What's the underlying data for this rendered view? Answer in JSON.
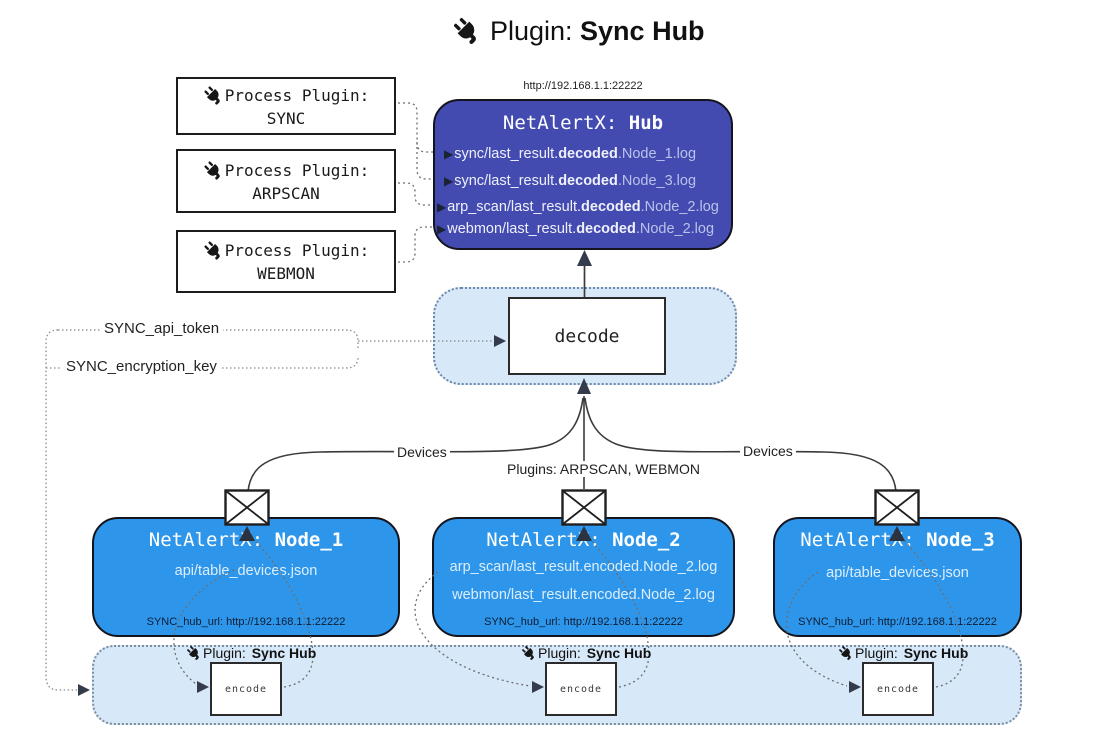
{
  "title": {
    "prefix": "Plugin:",
    "name": "Sync Hub"
  },
  "icons": {
    "plug": "plug-icon",
    "envelope": "envelope-icon",
    "arrow_right": "▶"
  },
  "process_plugins": [
    {
      "label": "Process Plugin:",
      "name": "SYNC"
    },
    {
      "label": "Process Plugin:",
      "name": "ARPSCAN"
    },
    {
      "label": "Process Plugin:",
      "name": "WEBMON"
    }
  ],
  "hub": {
    "url": "http://192.168.1.1:22222",
    "title_prefix": "NetAlertX: ",
    "title_name": "Hub",
    "lines": [
      {
        "pre": "sync/last_result.",
        "bold": "decoded",
        "post": ".Node_1.log"
      },
      {
        "pre": "sync/last_result.",
        "bold": "decoded",
        "post": ".Node_3.log"
      },
      {
        "pre": "arp_scan/last_result.",
        "bold": "decoded",
        "post": ".Node_2.log"
      },
      {
        "pre": "webmon/last_result.",
        "bold": "decoded",
        "post": ".Node_2.log"
      }
    ]
  },
  "decode": {
    "label": "decode"
  },
  "settings": {
    "api_token": "SYNC_api_token",
    "encryption_key": "SYNC_encryption_key"
  },
  "edges": {
    "devices_left": "Devices",
    "devices_right": "Devices",
    "plugins_center": "Plugins: ARPSCAN, WEBMON"
  },
  "nodes": [
    {
      "title_prefix": "NetAlertX: ",
      "title_name": "Node_1",
      "lines": [
        "api/table_devices.json"
      ],
      "hub_url": "SYNC_hub_url: http://192.168.1.1:22222"
    },
    {
      "title_prefix": "NetAlertX: ",
      "title_name": "Node_2",
      "lines": [
        "arp_scan/last_result.encoded.Node_2.log",
        "webmon/last_result.encoded.Node_2.log"
      ],
      "hub_url": "SYNC_hub_url: http://192.168.1.1:22222"
    },
    {
      "title_prefix": "NetAlertX: ",
      "title_name": "Node_3",
      "lines": [
        "api/table_devices.json"
      ],
      "hub_url": "SYNC_hub_url: http://192.168.1.1:22222"
    }
  ],
  "encoders": [
    {
      "label_prefix": "Plugin:",
      "label_name": "Sync Hub",
      "box_label": "encode"
    },
    {
      "label_prefix": "Plugin:",
      "label_name": "Sync Hub",
      "box_label": "encode"
    },
    {
      "label_prefix": "Plugin:",
      "label_name": "Sync Hub",
      "box_label": "encode"
    }
  ],
  "colors": {
    "hub_fill": "#434BB0",
    "node_fill": "#2E96EA",
    "panel_fill": "#D7E8F9",
    "hub_text": "#EEF0FA",
    "hub_text_dim": "#B9C2EA",
    "node_text": "#DCEEFD",
    "dark_text": "#0E1C33",
    "line": "#3B3B3B",
    "dotted_line": "#6E6E6E"
  }
}
